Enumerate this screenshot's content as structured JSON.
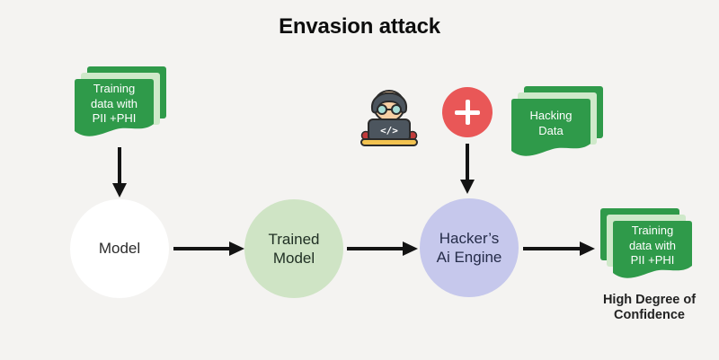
{
  "title": "Envasion attack",
  "colors": {
    "background": "#f4f3f1",
    "doc_green": "#2f9a4a",
    "doc_light_green": "#cfe9ca",
    "trained_circle_green": "#cfe4c5",
    "hacker_circle_lavender": "#c6c8ec",
    "plus_red": "#e95757",
    "arrow_black": "#131313",
    "desk_yellow": "#f2c250"
  },
  "nodes": {
    "training_doc_left": {
      "label": "Training\ndata with\nPII +PHI"
    },
    "model": {
      "label": "Model"
    },
    "trained_model": {
      "label": "Trained\nModel"
    },
    "hacker": {
      "laptop_code": "</>"
    },
    "plus": {
      "label": "+"
    },
    "hacking_doc": {
      "label": "Hacking\nData"
    },
    "hackers_engine": {
      "label": "Hacker’s\nAi Engine"
    },
    "training_doc_right": {
      "label": "Training\ndata with\nPII +PHI",
      "caption": "High Degree of\nConfidence"
    }
  }
}
